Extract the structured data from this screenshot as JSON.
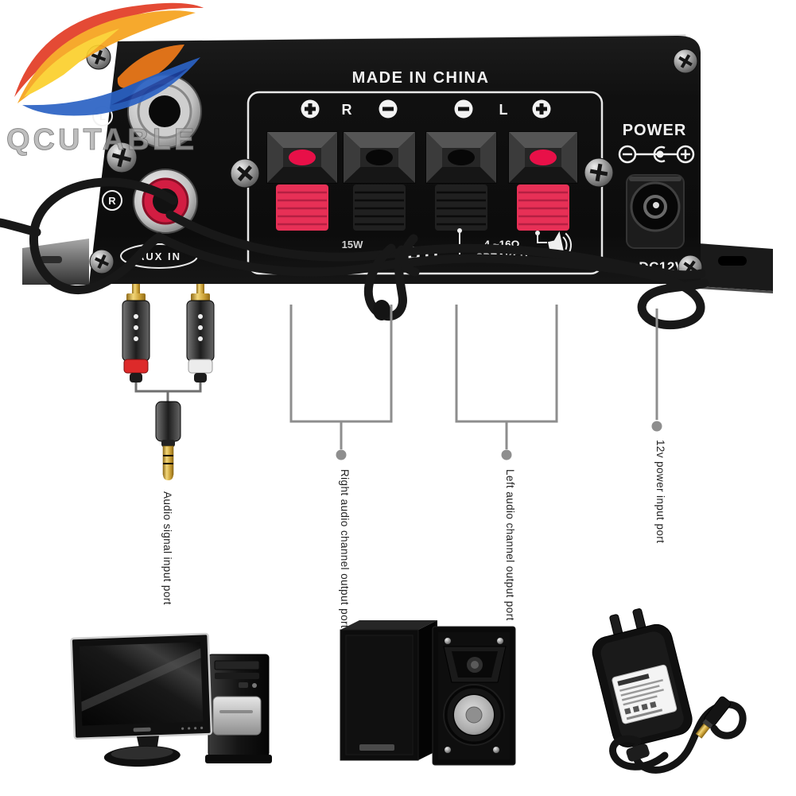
{
  "watermark": {
    "brand_text": "QCUTABLE"
  },
  "panel": {
    "origin_text": "MADE IN CHINA",
    "terminal_row": {
      "plus_right": "+",
      "r_channel": "R",
      "minus_right": "-",
      "minus_left": "-",
      "l_channel": "L",
      "plus_left": "+"
    },
    "spec_row": {
      "power_rating": "15W",
      "bridge_mode": "BTL",
      "impedance": "4 ~16Ω",
      "impedance_word": "SPEAKER"
    },
    "power_section": {
      "power_label": "POWER",
      "dc_jack_label": "DC12V"
    },
    "input_section": {
      "left_jack_label": "L",
      "right_jack_label": "R",
      "aux_label": "AUX IN"
    }
  },
  "callouts": {
    "audio_input_label": "Audio signal input port",
    "right_output_label": "Right audio channel output port",
    "left_output_label": "Left audio channel output port",
    "power_input_label": "12v power input port"
  },
  "icons": {
    "plus_terminal": "circle-plus",
    "minus_terminal": "circle-minus",
    "polarity": "center-positive-polarity",
    "speaker": "speaker-horn",
    "screw": "phillips-screw"
  },
  "colors": {
    "background": "#ffffff",
    "panel_black": "#111111",
    "clip_red": "#e73056",
    "panel_text_white": "#f2f2f2",
    "callout_line_gray": "#8e8e8e",
    "callout_text": "#222222",
    "logo_orange": "#f59d1d",
    "logo_blue": "#2b62c4"
  }
}
